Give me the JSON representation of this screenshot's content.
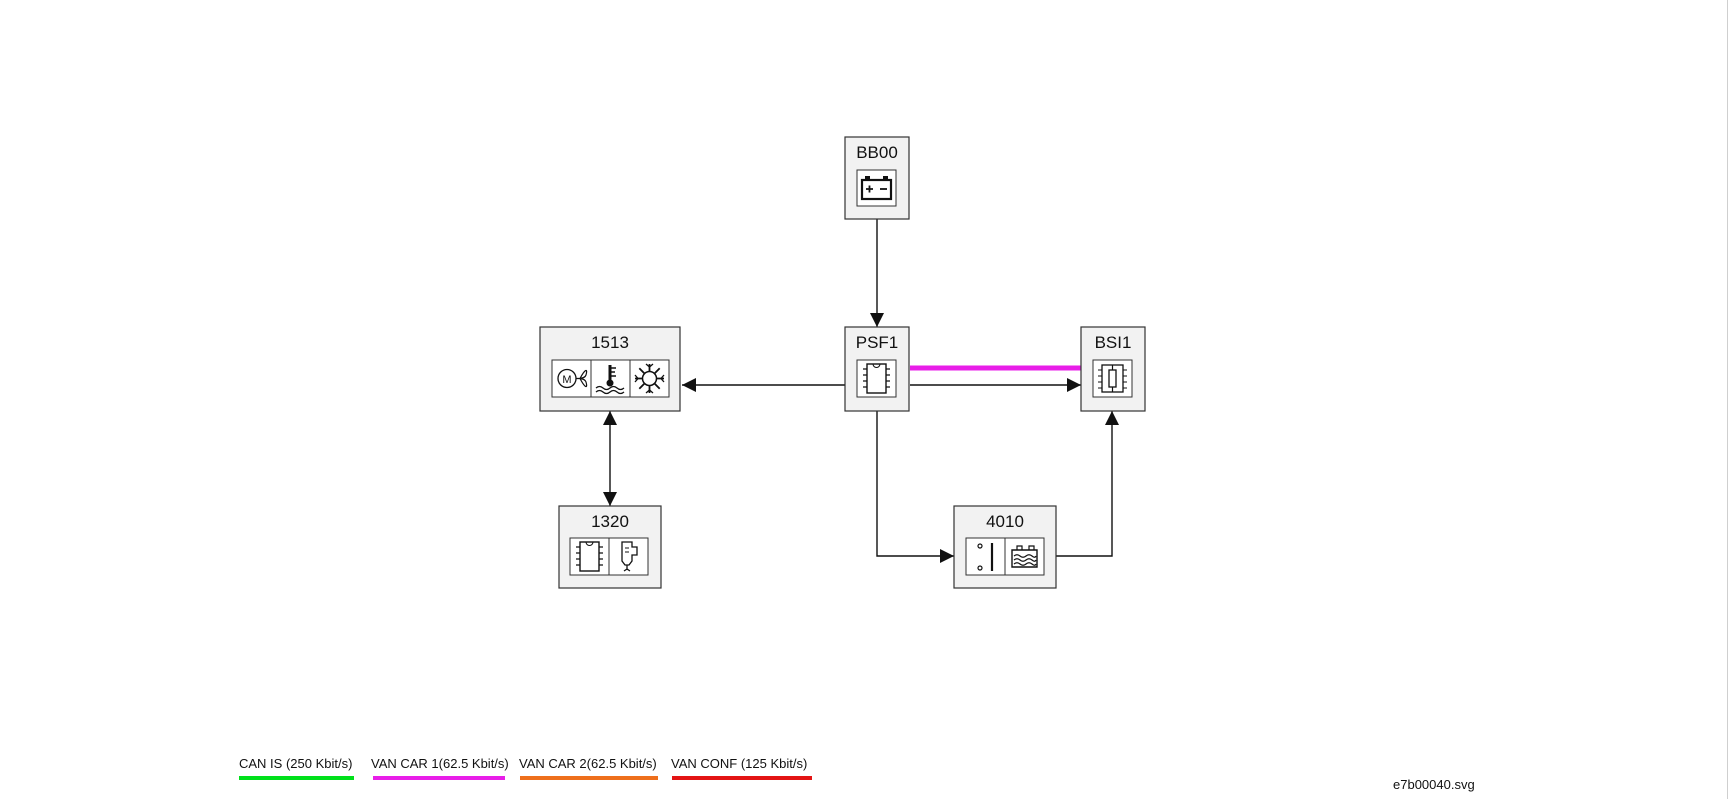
{
  "nodes": {
    "bb00": {
      "label": "BB00",
      "icons": [
        "battery-icon"
      ]
    },
    "psf1": {
      "label": "PSF1",
      "icons": [
        "ecu-chip-icon"
      ]
    },
    "bsi1": {
      "label": "BSI1",
      "icons": [
        "fuse-module-icon"
      ]
    },
    "n1513": {
      "label": "1513",
      "icons": [
        "fan-motor-icon",
        "coolant-temperature-icon",
        "air-conditioning-icon"
      ]
    },
    "n1320": {
      "label": "1320",
      "icons": [
        "ecu-chip-icon",
        "injector-icon"
      ]
    },
    "n4010": {
      "label": "4010",
      "icons": [
        "gauge-icon",
        "coolant-level-icon"
      ]
    }
  },
  "legend": [
    {
      "label": "CAN IS (250 Kbit/s)",
      "color": "#00e01a"
    },
    {
      "label": "VAN CAR 1(62.5 Kbit/s)",
      "color": "#e81ee8"
    },
    {
      "label": "VAN CAR 2(62.5 Kbit/s)",
      "color": "#ee6f1c"
    },
    {
      "label": "VAN CONF (125 Kbit/s)",
      "color": "#e31414"
    }
  ],
  "colors": {
    "box_fill": "#f2f2f2",
    "box_stroke": "#333333",
    "wire": "#111111",
    "van_car_1": "#e81ee8"
  },
  "footer": {
    "filename": "e7b00040.svg"
  }
}
